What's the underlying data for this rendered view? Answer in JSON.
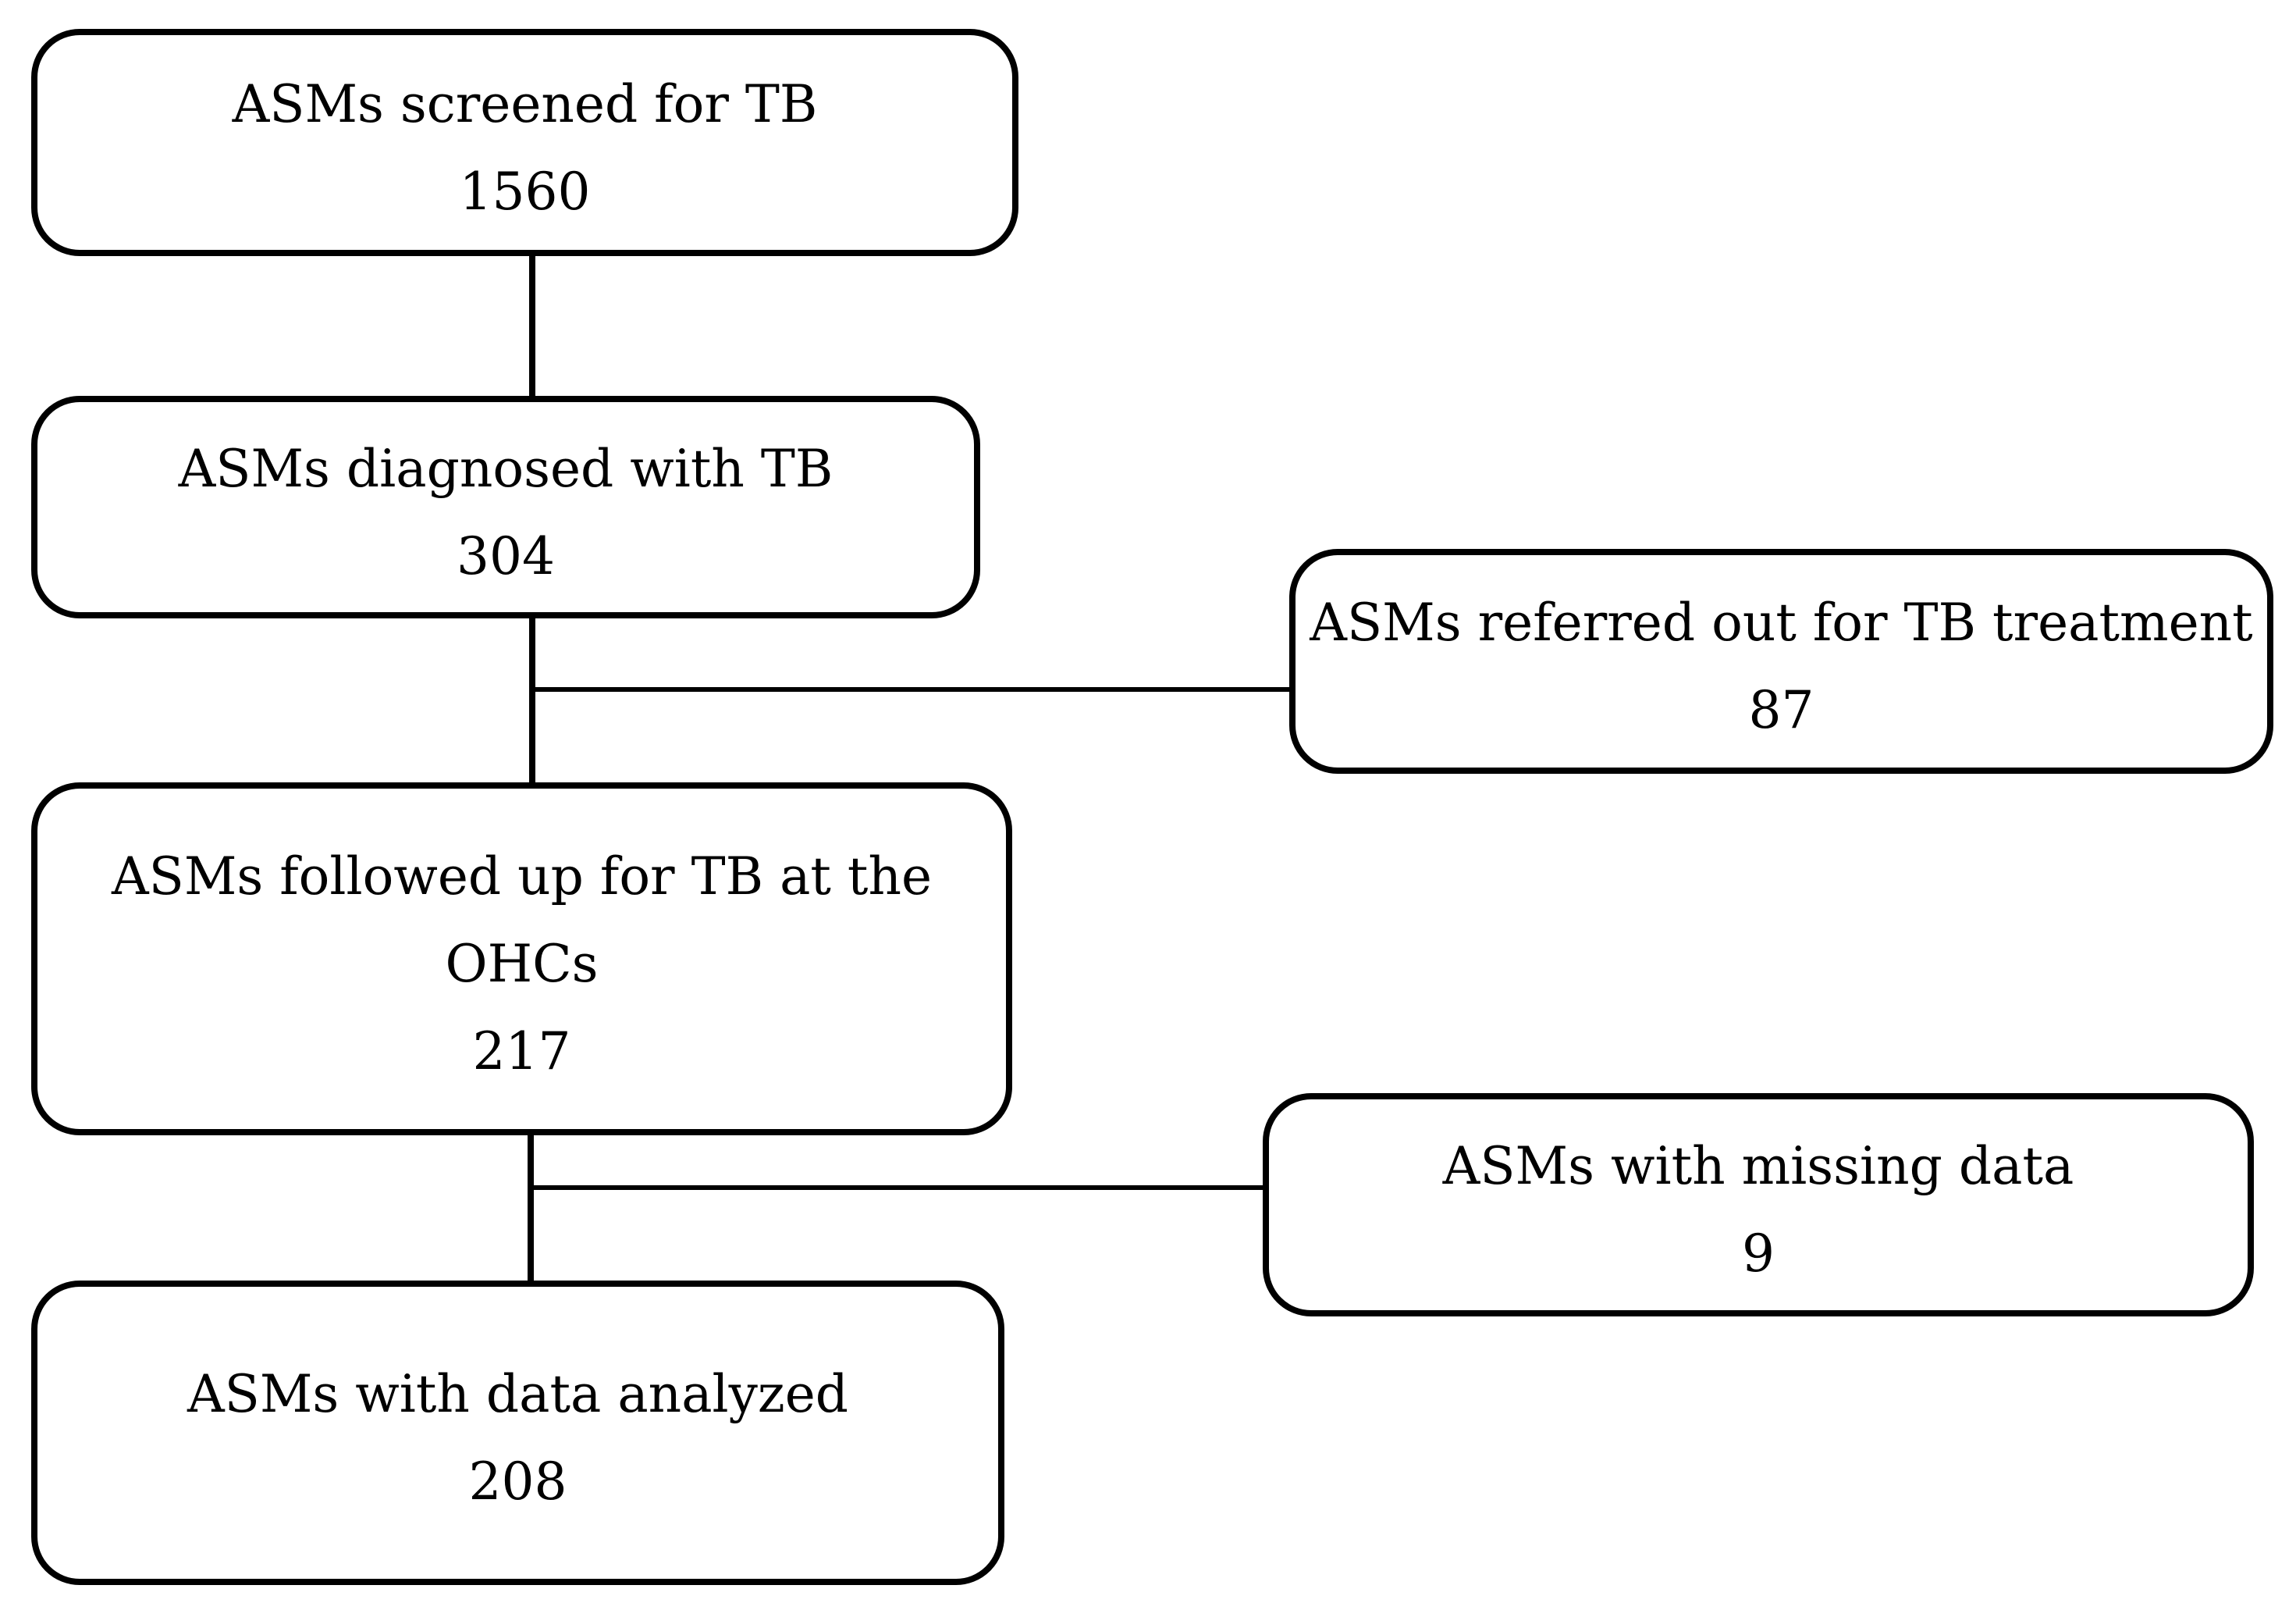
{
  "diagram": {
    "type": "flowchart",
    "title_semantic": "Participant flow of ASMs screened for TB",
    "colors": {
      "background": "#ffffff",
      "box_border": "#000000",
      "box_fill": "#ffffff",
      "text": "#000000",
      "connector": "#000000"
    },
    "nodes": {
      "screened": {
        "label": "ASMs screened for TB",
        "value": "1560"
      },
      "diagnosed": {
        "label": "ASMs diagnosed with TB",
        "value": "304"
      },
      "referred": {
        "label": "ASMs referred out for TB treatment",
        "value": "87"
      },
      "followed": {
        "label_line1": "ASMs followed up for TB at the",
        "label_line2": "OHCs",
        "value": "217"
      },
      "missing": {
        "label": "ASMs with missing data",
        "value": "9"
      },
      "analyzed": {
        "label": "ASMs with data analyzed",
        "value": "208"
      }
    },
    "edges": [
      {
        "from": "screened",
        "to": "diagnosed",
        "style": "vertical"
      },
      {
        "from": "diagnosed",
        "to": "followed",
        "style": "vertical"
      },
      {
        "from": "diagnosed-followed-line",
        "to": "referred",
        "style": "horizontal-branch"
      },
      {
        "from": "followed",
        "to": "analyzed",
        "style": "vertical"
      },
      {
        "from": "followed-analyzed-line",
        "to": "missing",
        "style": "horizontal-branch"
      }
    ]
  }
}
